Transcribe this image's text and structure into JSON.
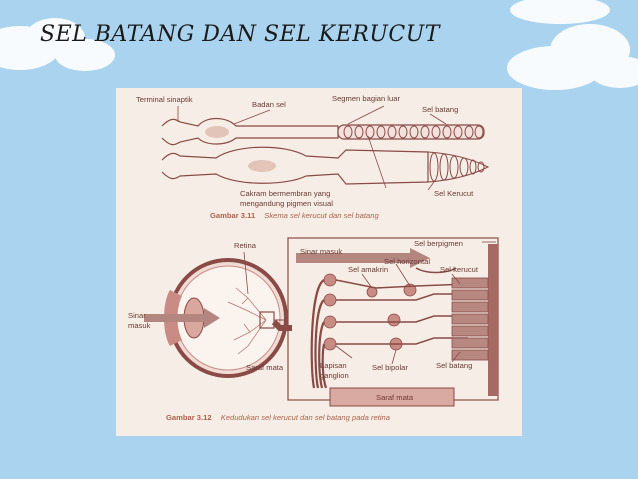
{
  "slide": {
    "title": "SEL BATANG DAN SEL KERUCUT"
  },
  "figure1": {
    "labels": {
      "terminal": "Terminal sinaptik",
      "badan": "Badan sel",
      "segmen": "Segmen bagian luar",
      "batang": "Sel batang",
      "cakram_1": "Cakram bermembran yang",
      "cakram_2": "mengandung pigmen visual",
      "kerucut": "Sel Kerucut"
    },
    "caption_num": "Gambar 3.11",
    "caption_text": "Skema sel kerucut dan sel batang"
  },
  "figure2": {
    "labels": {
      "retina": "Retina",
      "sinar_masuk_arrow": "Sinar masuk",
      "berpigmen": "Sel berpigmen",
      "horizontal": "Sel horizontal",
      "amakrin": "Sel amakrin",
      "kerucut": "Sel kerucut",
      "sinar": "Sinar",
      "masuk": "masuk",
      "saraf_mata_eye": "Saraf mata",
      "lapisan": "Lapisan",
      "ganglion": "ganglion",
      "bipolar": "Sel bipolar",
      "batang": "Sel batang",
      "saraf_mata_box": "Saraf mata"
    },
    "caption_num": "Gambar 3.12",
    "caption_text": "Kedudukan sel kerucut dan sel batang pada retina"
  },
  "colors": {
    "background": "#a9d3ee",
    "panel": "#f6eee6",
    "line": "#8a4a46",
    "caption": "#b0604a"
  }
}
